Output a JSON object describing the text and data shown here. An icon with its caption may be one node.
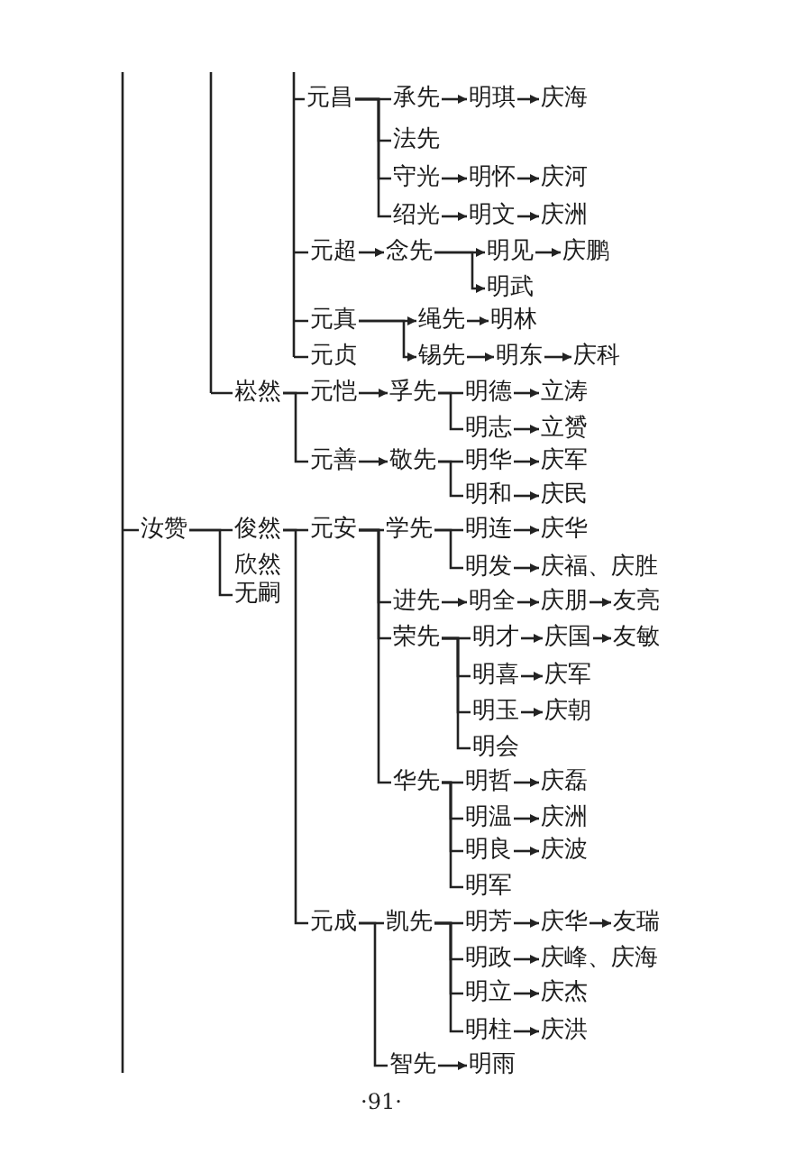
{
  "diagram": {
    "nodes": [
      {
        "text": [
          "元昌"
        ]
      },
      {
        "text": [
          "承先"
        ]
      },
      {
        "text": [
          "明琪"
        ]
      },
      {
        "text": [
          "庆海"
        ]
      },
      {
        "text": [
          "法先"
        ]
      },
      {
        "text": [
          "守光"
        ]
      },
      {
        "text": [
          "明怀"
        ]
      },
      {
        "text": [
          "庆河"
        ]
      },
      {
        "text": [
          "绍光"
        ]
      },
      {
        "text": [
          "明文"
        ]
      },
      {
        "text": [
          "庆洲"
        ]
      },
      {
        "text": [
          "元超"
        ]
      },
      {
        "text": [
          "念先"
        ]
      },
      {
        "text": [
          "明见"
        ]
      },
      {
        "text": [
          "庆鹏"
        ]
      },
      {
        "text": [
          "明武"
        ]
      },
      {
        "text": [
          "元真"
        ]
      },
      {
        "text": [
          "绳先"
        ]
      },
      {
        "text": [
          "明林"
        ]
      },
      {
        "text": [
          "元贞"
        ]
      },
      {
        "text": [
          "锡先"
        ]
      },
      {
        "text": [
          "明东"
        ]
      },
      {
        "text": [
          "庆科"
        ]
      },
      {
        "text": [
          "崧然"
        ]
      },
      {
        "text": [
          "元恺"
        ]
      },
      {
        "text": [
          "孚先"
        ]
      },
      {
        "text": [
          "明德"
        ]
      },
      {
        "text": [
          "立涛"
        ]
      },
      {
        "text": [
          "明志"
        ]
      },
      {
        "text": [
          "立赟"
        ]
      },
      {
        "text": [
          "元善"
        ]
      },
      {
        "text": [
          "敬先"
        ]
      },
      {
        "text": [
          "明华"
        ]
      },
      {
        "text": [
          "庆军"
        ]
      },
      {
        "text": [
          "明和"
        ]
      },
      {
        "text": [
          "庆民"
        ]
      },
      {
        "text": [
          "汝赞"
        ]
      },
      {
        "text": [
          "俊然"
        ]
      },
      {
        "text": [
          "元安"
        ]
      },
      {
        "text": [
          "学先"
        ]
      },
      {
        "text": [
          "明连"
        ]
      },
      {
        "text": [
          "庆华"
        ]
      },
      {
        "text": [
          "明发"
        ]
      },
      {
        "text": [
          "庆福、庆胜"
        ]
      },
      {
        "text": [
          "欣然",
          "无嗣"
        ]
      },
      {
        "text": [
          "进先"
        ]
      },
      {
        "text": [
          "明全"
        ]
      },
      {
        "text": [
          "庆朋"
        ]
      },
      {
        "text": [
          "友亮"
        ]
      },
      {
        "text": [
          "荣先"
        ]
      },
      {
        "text": [
          "明才"
        ]
      },
      {
        "text": [
          "庆国"
        ]
      },
      {
        "text": [
          "友敏"
        ]
      },
      {
        "text": [
          "明喜"
        ]
      },
      {
        "text": [
          "庆军"
        ]
      },
      {
        "text": [
          "明玉"
        ]
      },
      {
        "text": [
          "庆朝"
        ]
      },
      {
        "text": [
          "明会"
        ]
      },
      {
        "text": [
          "华先"
        ]
      },
      {
        "text": [
          "明哲"
        ]
      },
      {
        "text": [
          "庆磊"
        ]
      },
      {
        "text": [
          "明温"
        ]
      },
      {
        "text": [
          "庆洲"
        ]
      },
      {
        "text": [
          "明良"
        ]
      },
      {
        "text": [
          "庆波"
        ]
      },
      {
        "text": [
          "明军"
        ]
      },
      {
        "text": [
          "元成"
        ]
      },
      {
        "text": [
          "凯先"
        ]
      },
      {
        "text": [
          "明芳"
        ]
      },
      {
        "text": [
          "庆华"
        ]
      },
      {
        "text": [
          "友瑞"
        ]
      },
      {
        "text": [
          "明政"
        ]
      },
      {
        "text": [
          "庆峰、庆海"
        ]
      },
      {
        "text": [
          "明立"
        ]
      },
      {
        "text": [
          "庆杰"
        ]
      },
      {
        "text": [
          "明柱"
        ]
      },
      {
        "text": [
          "庆洪"
        ]
      },
      {
        "text": [
          "智先"
        ]
      },
      {
        "text": [
          "明雨"
        ]
      }
    ],
    "edges": [
      {
        "from": null,
        "to": 36,
        "arrow": "none"
      },
      {
        "from": null,
        "to": 23,
        "arrow": "none"
      },
      {
        "from": 0,
        "to": 1,
        "arrow": "none"
      },
      {
        "from": 0,
        "to": 4,
        "arrow": "none"
      },
      {
        "from": 0,
        "to": 5,
        "arrow": "none"
      },
      {
        "from": 0,
        "to": 8,
        "arrow": "none"
      },
      {
        "from": 1,
        "to": 2,
        "arrow": "to"
      },
      {
        "from": 2,
        "to": 3,
        "arrow": "to"
      },
      {
        "from": 5,
        "to": 6,
        "arrow": "to"
      },
      {
        "from": 6,
        "to": 7,
        "arrow": "to"
      },
      {
        "from": 8,
        "to": 9,
        "arrow": "to"
      },
      {
        "from": 9,
        "to": 10,
        "arrow": "to"
      },
      {
        "from": 11,
        "to": 12,
        "arrow": "to"
      },
      {
        "from": 12,
        "to": 13,
        "arrow": "to"
      },
      {
        "from": 12,
        "to": 15,
        "arrow": "to"
      },
      {
        "from": 13,
        "to": 14,
        "arrow": "to"
      },
      {
        "from": 16,
        "to": 17,
        "arrow": "to"
      },
      {
        "from": 16,
        "to": 20,
        "arrow": "to"
      },
      {
        "from": 17,
        "to": 18,
        "arrow": "to"
      },
      {
        "from": 20,
        "to": 21,
        "arrow": "to"
      },
      {
        "from": 21,
        "to": 22,
        "arrow": "to"
      },
      {
        "from": 23,
        "to": 24,
        "arrow": "none"
      },
      {
        "from": 23,
        "to": 30,
        "arrow": "none"
      },
      {
        "from": 24,
        "to": 25,
        "arrow": "to"
      },
      {
        "from": 25,
        "to": 26,
        "arrow": "none"
      },
      {
        "from": 25,
        "to": 28,
        "arrow": "none"
      },
      {
        "from": 26,
        "to": 27,
        "arrow": "to"
      },
      {
        "from": 28,
        "to": 29,
        "arrow": "to"
      },
      {
        "from": 30,
        "to": 31,
        "arrow": "to"
      },
      {
        "from": 31,
        "to": 32,
        "arrow": "none"
      },
      {
        "from": 31,
        "to": 34,
        "arrow": "none"
      },
      {
        "from": 32,
        "to": 33,
        "arrow": "to"
      },
      {
        "from": 34,
        "to": 35,
        "arrow": "to"
      },
      {
        "from": 36,
        "to": 37,
        "arrow": "none"
      },
      {
        "from": 36,
        "to": 44,
        "arrow": "none"
      },
      {
        "from": 37,
        "to": 38,
        "arrow": "none"
      },
      {
        "from": 37,
        "to": 66,
        "arrow": "none"
      },
      {
        "from": 38,
        "to": 39,
        "arrow": "none"
      },
      {
        "from": 38,
        "to": 45,
        "arrow": "none"
      },
      {
        "from": 38,
        "to": 49,
        "arrow": "none"
      },
      {
        "from": 38,
        "to": 58,
        "arrow": "none"
      },
      {
        "from": 39,
        "to": 40,
        "arrow": "none"
      },
      {
        "from": 39,
        "to": 42,
        "arrow": "none"
      },
      {
        "from": 40,
        "to": 41,
        "arrow": "to"
      },
      {
        "from": 42,
        "to": 43,
        "arrow": "to"
      },
      {
        "from": 45,
        "to": 46,
        "arrow": "to"
      },
      {
        "from": 46,
        "to": 47,
        "arrow": "to"
      },
      {
        "from": 47,
        "to": 48,
        "arrow": "to"
      },
      {
        "from": 49,
        "to": 50,
        "arrow": "none"
      },
      {
        "from": 49,
        "to": 53,
        "arrow": "none"
      },
      {
        "from": 49,
        "to": 55,
        "arrow": "none"
      },
      {
        "from": 49,
        "to": 57,
        "arrow": "none"
      },
      {
        "from": 50,
        "to": 51,
        "arrow": "to"
      },
      {
        "from": 51,
        "to": 52,
        "arrow": "to"
      },
      {
        "from": 53,
        "to": 54,
        "arrow": "to"
      },
      {
        "from": 55,
        "to": 56,
        "arrow": "to"
      },
      {
        "from": 58,
        "to": 59,
        "arrow": "none"
      },
      {
        "from": 58,
        "to": 61,
        "arrow": "none"
      },
      {
        "from": 58,
        "to": 63,
        "arrow": "none"
      },
      {
        "from": 58,
        "to": 65,
        "arrow": "none"
      },
      {
        "from": 59,
        "to": 60,
        "arrow": "to"
      },
      {
        "from": 61,
        "to": 62,
        "arrow": "to"
      },
      {
        "from": 63,
        "to": 64,
        "arrow": "to"
      },
      {
        "from": 66,
        "to": 67,
        "arrow": "none"
      },
      {
        "from": 66,
        "to": 77,
        "arrow": "none"
      },
      {
        "from": 67,
        "to": 68,
        "arrow": "none"
      },
      {
        "from": 67,
        "to": 71,
        "arrow": "none"
      },
      {
        "from": 67,
        "to": 73,
        "arrow": "none"
      },
      {
        "from": 67,
        "to": 75,
        "arrow": "none"
      },
      {
        "from": 68,
        "to": 69,
        "arrow": "to"
      },
      {
        "from": 69,
        "to": 70,
        "arrow": "to"
      },
      {
        "from": 71,
        "to": 72,
        "arrow": "to"
      },
      {
        "from": 73,
        "to": 74,
        "arrow": "to"
      },
      {
        "from": 75,
        "to": 76,
        "arrow": "to"
      },
      {
        "from": 77,
        "to": 78,
        "arrow": "to"
      }
    ],
    "labels": [
      "·91·"
    ]
  }
}
